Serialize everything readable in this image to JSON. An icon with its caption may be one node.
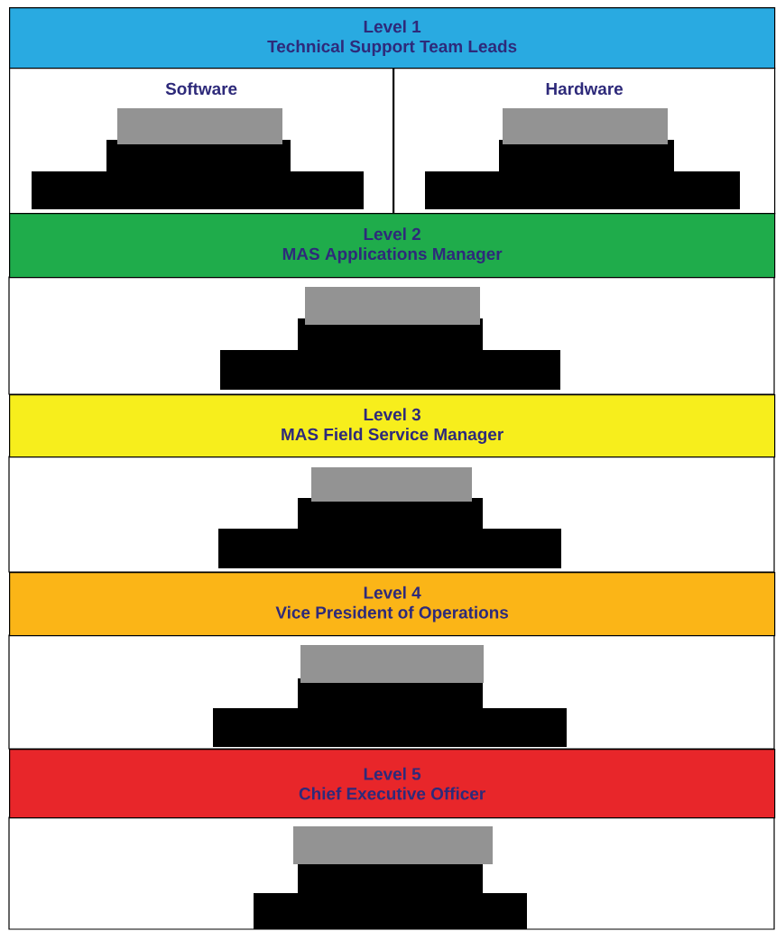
{
  "diagram": {
    "nodes": [
      {
        "text": [
          "Level 1",
          "Technical Support Team Leads"
        ]
      },
      {
        "text": [
          "Software"
        ]
      },
      {
        "text": [
          "Hardware"
        ]
      },
      {
        "text": [
          "Level 2",
          "MAS Applications Manager"
        ]
      },
      {
        "text": [
          "Level 3",
          "MAS Field Service Manager"
        ]
      },
      {
        "text": [
          "Level 4",
          "Vice President of Operations"
        ]
      },
      {
        "text": [
          "Level 5",
          "Chief Executive Officer"
        ]
      }
    ]
  }
}
